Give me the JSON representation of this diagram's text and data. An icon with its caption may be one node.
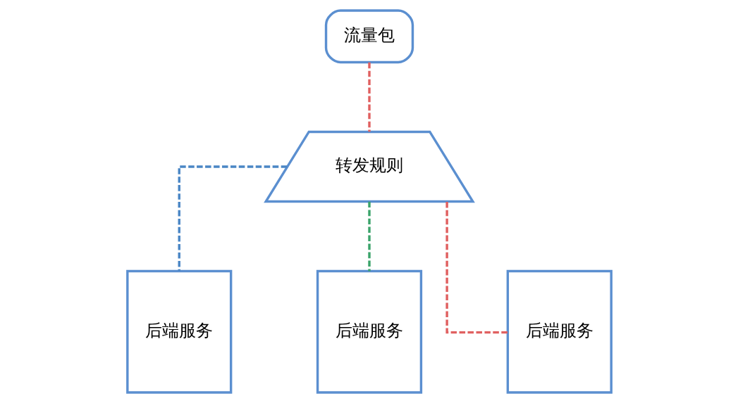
{
  "diagram": {
    "nodes": [
      {
        "text": [
          "流量包"
        ]
      },
      {
        "text": [
          "转发规则"
        ]
      },
      {
        "text": [
          "后端服务"
        ]
      },
      {
        "text": [
          "后端服务"
        ]
      },
      {
        "text": [
          "后端服务"
        ]
      }
    ],
    "edges": [
      {
        "from": 0,
        "to": 1,
        "arrow": "none",
        "style": "dashed",
        "color": "#e06060"
      },
      {
        "from": 1,
        "to": 2,
        "arrow": "none",
        "style": "dashed",
        "color": "#4a86c5"
      },
      {
        "from": 1,
        "to": 3,
        "arrow": "none",
        "style": "dashed",
        "color": "#3aa36a"
      },
      {
        "from": 1,
        "to": 4,
        "arrow": "none",
        "style": "dashed",
        "color": "#e06060"
      }
    ]
  }
}
